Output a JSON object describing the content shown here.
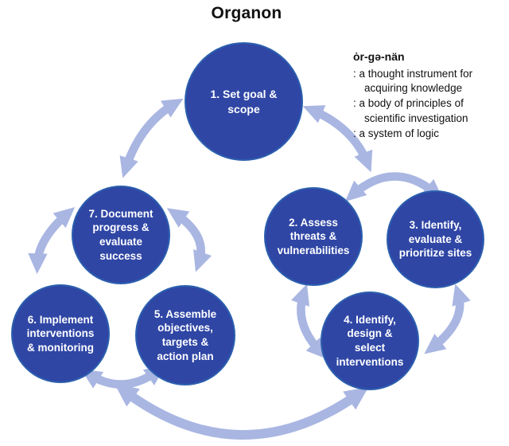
{
  "title": "Organon",
  "definition": {
    "pronunciation": "ȯr-gə-nän",
    "senses": [
      ": a thought instrument for\nacquiring knowledge",
      ": a body of principles of\nscientific investigation",
      ": a system of logic"
    ]
  },
  "cycle": {
    "steps": [
      {
        "id": 1,
        "label": "1. Set goal &\nscope"
      },
      {
        "id": 2,
        "label": "2. Assess\nthreats &\nvulnerabilities"
      },
      {
        "id": 3,
        "label": "3. Identify,\nevaluate &\nprioritize sites"
      },
      {
        "id": 4,
        "label": "4. Identify,\ndesign &\nselect\ninterventions"
      },
      {
        "id": 5,
        "label": "5. Assemble\nobjectives,\ntargets &\naction plan"
      },
      {
        "id": 6,
        "label": "6. Implement\ninterventions\n& monitoring"
      },
      {
        "id": 7,
        "label": "7. Document\nprogress &\nevaluate\nsuccess"
      }
    ],
    "connections": [
      {
        "between": [
          "7",
          "1"
        ],
        "bidirectional": true
      },
      {
        "between": [
          "1",
          "2"
        ],
        "bidirectional": true
      },
      {
        "between": [
          "2",
          "3"
        ],
        "bidirectional": true
      },
      {
        "between": [
          "3",
          "4"
        ],
        "bidirectional": true
      },
      {
        "between": [
          "2",
          "4"
        ],
        "bidirectional": true
      },
      {
        "between": [
          "7",
          "6"
        ],
        "bidirectional": true
      },
      {
        "between": [
          "7",
          "5"
        ],
        "bidirectional": true
      },
      {
        "between": [
          "6",
          "5"
        ],
        "bidirectional": true
      },
      {
        "between": [
          "4",
          "5"
        ],
        "bidirectional": true
      }
    ]
  },
  "colors": {
    "circle_fill": "#2F46A5",
    "circle_border": "#2C5FAE",
    "arrow": "#A9B6E2",
    "text_on_circle": "#FFFFFF",
    "title_color": "#111111"
  }
}
